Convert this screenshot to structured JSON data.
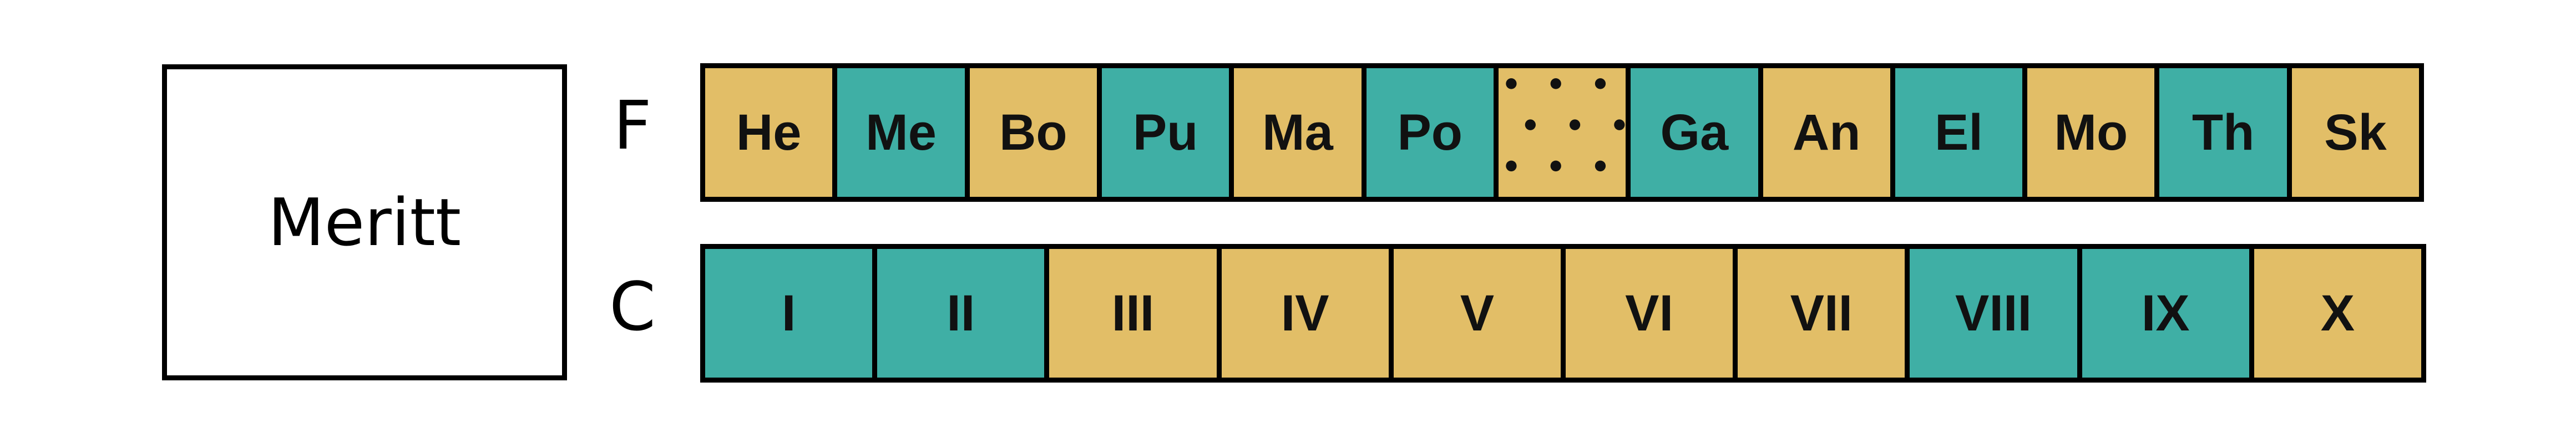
{
  "name_box": {
    "label": "Meritt"
  },
  "rows": [
    {
      "id": "f",
      "label": "F",
      "cells": [
        {
          "text": "He",
          "color": "#E2BE67"
        },
        {
          "text": "Me",
          "color": "#3FAFA5"
        },
        {
          "text": "Bo",
          "color": "#E2BE67"
        },
        {
          "text": "Pu",
          "color": "#3FAFA5"
        },
        {
          "text": "Ma",
          "color": "#E2BE67"
        },
        {
          "text": "Po",
          "color": "#3FAFA5"
        },
        {
          "text": "",
          "color": "#E2BE67",
          "pattern": "dots"
        },
        {
          "text": "Ga",
          "color": "#3FAFA5"
        },
        {
          "text": "An",
          "color": "#E2BE67"
        },
        {
          "text": "El",
          "color": "#3FAFA5"
        },
        {
          "text": "Mo",
          "color": "#E2BE67"
        },
        {
          "text": "Th",
          "color": "#3FAFA5"
        },
        {
          "text": "Sk",
          "color": "#E2BE67"
        }
      ]
    },
    {
      "id": "c",
      "label": "C",
      "cells": [
        {
          "text": "I",
          "color": "#3FAFA5"
        },
        {
          "text": "II",
          "color": "#3FAFA5"
        },
        {
          "text": "III",
          "color": "#E2BE67"
        },
        {
          "text": "IV",
          "color": "#E2BE67"
        },
        {
          "text": "V",
          "color": "#E2BE67"
        },
        {
          "text": "VI",
          "color": "#E2BE67"
        },
        {
          "text": "VII",
          "color": "#E2BE67"
        },
        {
          "text": "VIII",
          "color": "#3FAFA5"
        },
        {
          "text": "IX",
          "color": "#3FAFA5"
        },
        {
          "text": "X",
          "color": "#E2BE67"
        }
      ]
    }
  ]
}
